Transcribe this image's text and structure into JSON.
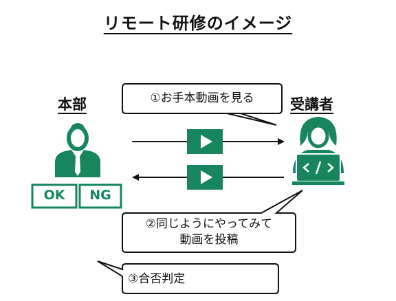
{
  "title": "リモート研修のイメージ",
  "headquarters": {
    "label": "本部",
    "ok_label": "OK",
    "ng_label": "NG"
  },
  "trainee": {
    "label": "受講者"
  },
  "bubbles": {
    "step1": "①お手本動画を見る",
    "step2_line1": "②同じようにやってみて",
    "step2_line2": "動画を投稿",
    "step3": "③合否判定"
  },
  "colors": {
    "accent": "#17865f"
  }
}
